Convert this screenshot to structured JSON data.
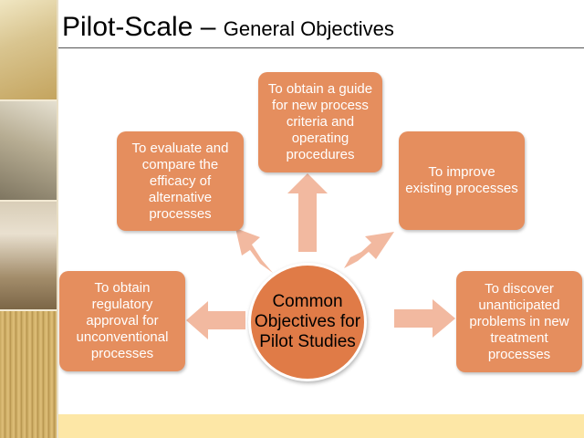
{
  "slide": {
    "title_main": "Pilot-Scale – ",
    "title_sub": "General Objectives",
    "center_text": "Common Objectives for Pilot Studies",
    "objectives": {
      "guide": "To obtain a guide for new process criteria and operating procedures",
      "evaluate": "To evaluate and compare the efficacy of alternative processes",
      "improve": "To improve existing processes",
      "regulatory": "To obtain regulatory approval for unconventional processes",
      "discover": "To discover unanticipated problems in new treatment processes"
    }
  },
  "colors": {
    "box_fill": "#e58e5e",
    "center_fill": "#e07b47",
    "arrow_fill": "#f2b9a0",
    "bottom_bar": "#fde7a6"
  }
}
